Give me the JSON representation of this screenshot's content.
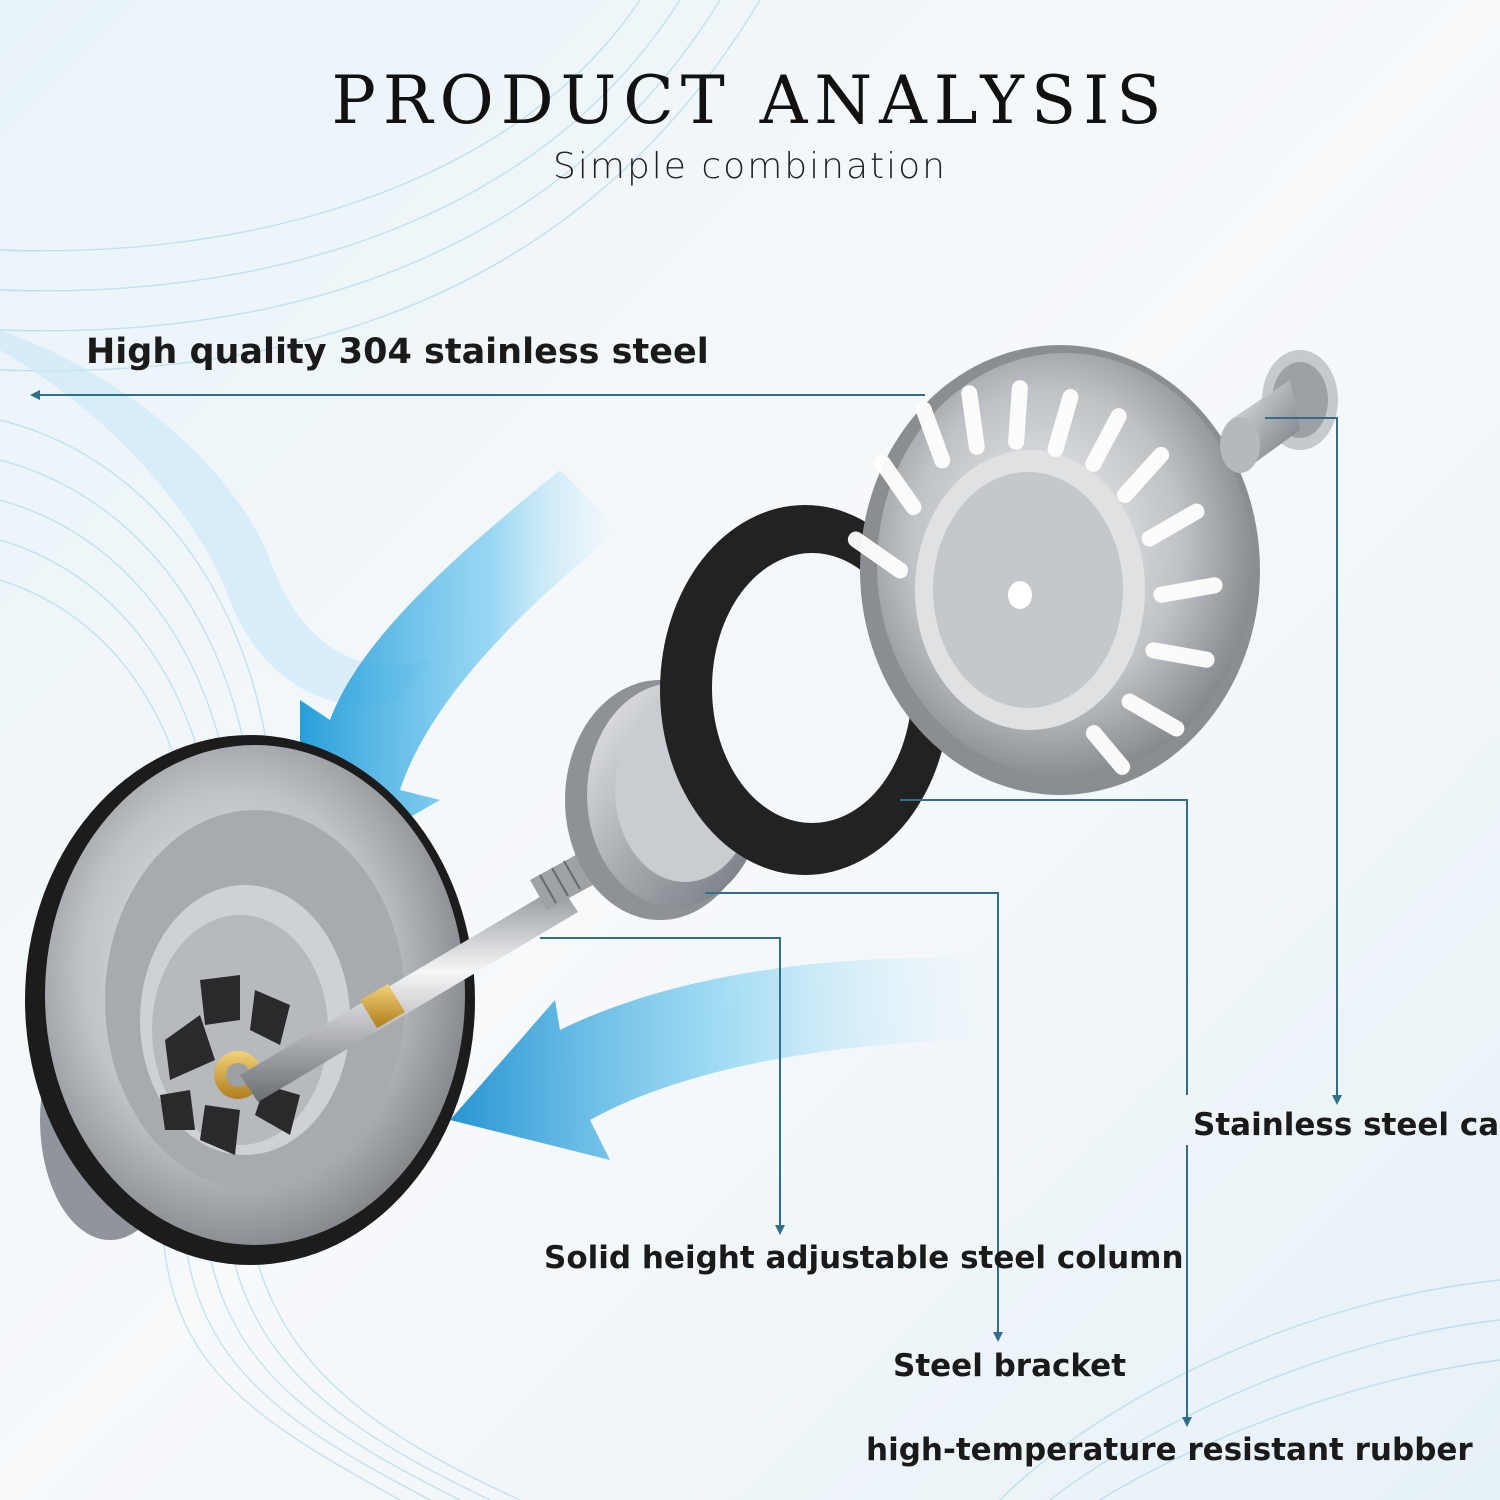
{
  "header": {
    "title": "PRODUCT ANALYSIS",
    "subtitle": "Simple combination"
  },
  "callouts": {
    "steel": "High quality  304 stainless steel",
    "cap": "Stainless steel cap",
    "column": "Solid height adjustable steel column",
    "bracket": "Steel bracket",
    "rubber": "high-temperature resistant rubber"
  },
  "colors": {
    "leader_line": "#2f6f8a",
    "accent_blue": "#29a3e0",
    "steel": "#b9bcc0",
    "rubber": "#1c1c1c",
    "brass": "#d6a43a"
  }
}
